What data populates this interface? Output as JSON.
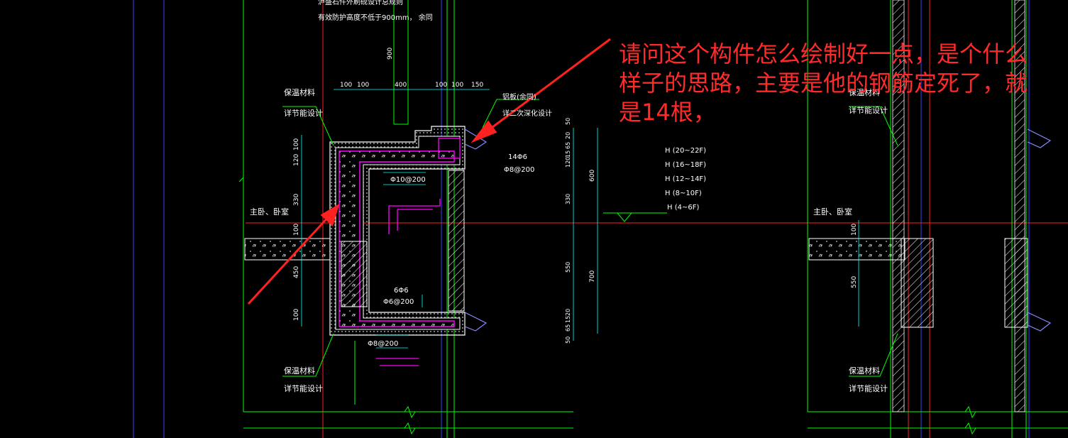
{
  "annotation": {
    "lines": [
      "请问这个构件怎么绘制好一点，是个什么",
      "样子的思路，主要是他的钢筋定死了，就",
      "是14根，"
    ],
    "color": "#ff2a2a"
  },
  "drawing": {
    "top_note_1": "泸盛石件外刷砚设计总规则",
    "top_note_2": "有效防护高度不低于900mm，   余同",
    "insulation_label": "保温材料",
    "energy_label": "详节能设计",
    "window_label_1": "铝板(余同)",
    "window_label_2": "详二次深化设计",
    "room_label": "主卧、卧室",
    "rebar_top": "14Φ6",
    "rebar_top_stirrup": "Φ8@200",
    "rebar_inner_top": "Φ10@200",
    "rebar_bottom": "6Φ6",
    "rebar_bottom_stirrup": "Φ6@200",
    "rebar_below": "Φ8@200",
    "dims_top": [
      "100",
      "100",
      "400",
      "100",
      "100",
      "150"
    ],
    "dim_900": "900",
    "dims_left": [
      "100",
      "120",
      "330",
      "100",
      "450",
      "100"
    ],
    "dims_right": [
      "50",
      "20",
      "65",
      "15",
      "120",
      "330",
      "550",
      "20",
      "15",
      "65",
      "50"
    ],
    "dims_right_total": [
      "600",
      "700"
    ],
    "floor_heights": [
      "H  (20~22F)",
      "H  (16~18F)",
      "H  (12~14F)",
      "H  (8~10F)",
      "H  (4~6F)"
    ],
    "right_dims": [
      "100",
      "550"
    ],
    "colors": {
      "grid": "#00ff00",
      "outline": "#ffffff",
      "rebar": "#ff00ff",
      "dim": "#00ffff",
      "axis": "#ff0000",
      "guide": "#3344ff"
    }
  }
}
